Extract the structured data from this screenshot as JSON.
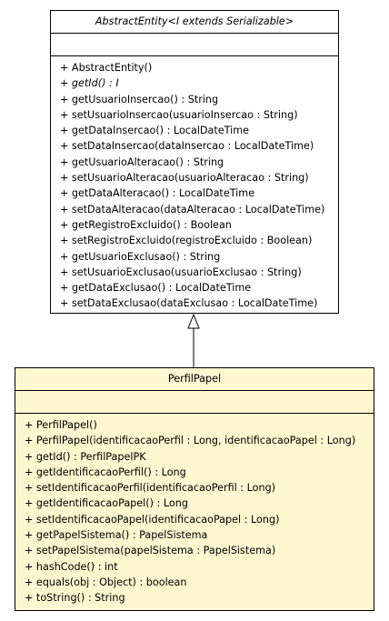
{
  "abstract_class": {
    "name": "AbstractEntity<I extends Serializable>",
    "operations": [
      {
        "text": "+ AbstractEntity()",
        "italic": false
      },
      {
        "text": "+ getId() : I",
        "italic": true
      },
      {
        "text": "+ getUsuarioInsercao() : String",
        "italic": false
      },
      {
        "text": "+ setUsuarioInsercao(usuarioInsercao : String)",
        "italic": false
      },
      {
        "text": "+ getDataInsercao() : LocalDateTime",
        "italic": false
      },
      {
        "text": "+ setDataInsercao(dataInsercao : LocalDateTime)",
        "italic": false
      },
      {
        "text": "+ getUsuarioAlteracao() : String",
        "italic": false
      },
      {
        "text": "+ setUsuarioAlteracao(usuarioAlteracao : String)",
        "italic": false
      },
      {
        "text": "+ getDataAlteracao() : LocalDateTime",
        "italic": false
      },
      {
        "text": "+ setDataAlteracao(dataAlteracao : LocalDateTime)",
        "italic": false
      },
      {
        "text": "+ getRegistroExcluido() : Boolean",
        "italic": false
      },
      {
        "text": "+ setRegistroExcluido(registroExcluido : Boolean)",
        "italic": false
      },
      {
        "text": "+ getUsuarioExclusao() : String",
        "italic": false
      },
      {
        "text": "+ setUsuarioExclusao(usuarioExclusao : String)",
        "italic": false
      },
      {
        "text": "+ getDataExclusao() : LocalDateTime",
        "italic": false
      },
      {
        "text": "+ setDataExclusao(dataExclusao : LocalDateTime)",
        "italic": false
      }
    ]
  },
  "concrete_class": {
    "name": "PerfilPapel",
    "operations": [
      {
        "text": "+ PerfilPapel()",
        "italic": false
      },
      {
        "text": "+ PerfilPapel(identificacaoPerfil : Long, identificacaoPapel : Long)",
        "italic": false
      },
      {
        "text": "+ getId() : PerfilPapelPK",
        "italic": false
      },
      {
        "text": "+ getIdentificacaoPerfil() : Long",
        "italic": false
      },
      {
        "text": "+ setIdentificacaoPerfil(identificacaoPerfil : Long)",
        "italic": false
      },
      {
        "text": "+ getIdentificacaoPapel() : Long",
        "italic": false
      },
      {
        "text": "+ setIdentificacaoPapel(identificacaoPapel : Long)",
        "italic": false
      },
      {
        "text": "+ getPapelSistema() : PapelSistema",
        "italic": false
      },
      {
        "text": "+ setPapelSistema(papelSistema : PapelSistema)",
        "italic": false
      },
      {
        "text": "+ hashCode() : int",
        "italic": false
      },
      {
        "text": "+ equals(obj : Object) : boolean",
        "italic": false
      },
      {
        "text": "+ toString() : String",
        "italic": false
      }
    ]
  },
  "colors": {
    "abstract_fill": "#ffffff",
    "concrete_fill": "#fef7d0",
    "stroke": "#000000"
  }
}
